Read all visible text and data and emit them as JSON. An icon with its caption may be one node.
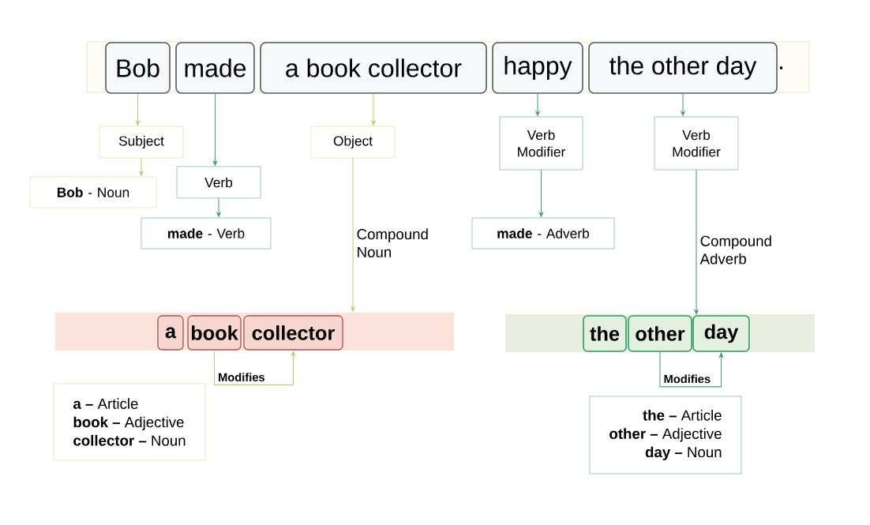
{
  "diagram": {
    "nodes": [
      {
        "text": [],
        "shape": "box"
      },
      {
        "text": [
          "Bob"
        ],
        "in": 0
      },
      {
        "text": [
          "made"
        ],
        "in": 0
      },
      {
        "text": [
          "a book collector"
        ],
        "in": 0
      },
      {
        "text": [
          "happy"
        ],
        "in": 0
      },
      {
        "text": [
          "the other day"
        ],
        "in": 0
      },
      {
        "text": [
          "Subject"
        ]
      },
      {
        "text": [
          "**Bob** - Noun"
        ]
      },
      {
        "text": [
          "Verb"
        ]
      },
      {
        "text": [
          "**made** - Verb"
        ]
      },
      {
        "text": [
          "Object"
        ]
      },
      {
        "text": [
          "Verb Modifier"
        ]
      },
      {
        "text": [
          "**made** - Adverb"
        ]
      },
      {
        "text": [
          "Verb Modifier"
        ]
      },
      {
        "text": [],
        "shape": "bar"
      },
      {
        "text": [
          "a"
        ],
        "in": 14
      },
      {
        "text": [
          "book"
        ],
        "in": 14
      },
      {
        "text": [
          "collector"
        ],
        "in": 14
      },
      {
        "text": [
          "**a –** Article",
          "**book –** Adjective",
          "**collector –** Noun"
        ]
      },
      {
        "text": [],
        "shape": "bar"
      },
      {
        "text": [
          "the"
        ],
        "in": 19
      },
      {
        "text": [
          "other"
        ],
        "in": 19
      },
      {
        "text": [
          "day"
        ],
        "in": 19
      },
      {
        "text": [
          "**the –** Article",
          "**other –** Adjective",
          "**day –** Noun"
        ]
      }
    ],
    "edges": [
      {
        "from": 1,
        "to": 6,
        "arrow": "to",
        "color": "#c8c87a"
      },
      {
        "from": 6,
        "to": 7,
        "arrow": "to",
        "color": "#c8c87a"
      },
      {
        "from": 2,
        "to": 8,
        "arrow": "to"
      },
      {
        "from": 8,
        "to": 9,
        "arrow": "to"
      },
      {
        "from": 3,
        "to": 10,
        "arrow": "to",
        "color": "#c8c87a"
      },
      {
        "from": 10,
        "to": 14,
        "arrow": "to",
        "label": "Compound Noun",
        "color": "#c8c87a"
      },
      {
        "from": 4,
        "to": 11,
        "arrow": "to"
      },
      {
        "from": 11,
        "to": 12,
        "arrow": "to"
      },
      {
        "from": 5,
        "to": 13,
        "arrow": "to"
      },
      {
        "from": 13,
        "to": 22,
        "arrow": "to",
        "label": "Compound Adverb"
      },
      {
        "from": 16,
        "to": 17,
        "arrow": "to",
        "label": "Modifies",
        "color": "#c8c87a"
      },
      {
        "from": 21,
        "to": 22,
        "arrow": "to",
        "label": "Modifies"
      }
    ],
    "labels": [
      "."
    ]
  }
}
